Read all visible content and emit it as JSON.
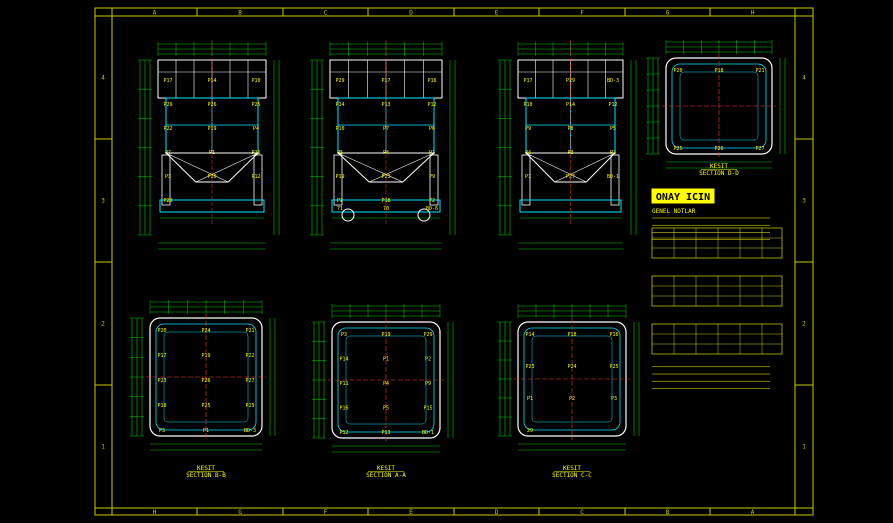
{
  "colors": {
    "background": "#000000",
    "frame": "#c8c800",
    "geometry": "#00e5ff",
    "dimension": "#00c800",
    "label": "#ffff00",
    "detail": "#ff3030",
    "white": "#ffffff",
    "stamp_fill": "#ffff00",
    "stamp_text": "#000000"
  },
  "border": {
    "top_letters": [
      "A",
      "B",
      "C",
      "D",
      "E",
      "F",
      "G",
      "H"
    ],
    "bottom_letters": [
      "H",
      "G",
      "F",
      "E",
      "D",
      "C",
      "B",
      "A"
    ],
    "left_numbers": [
      "4",
      "3",
      "2",
      "1"
    ],
    "right_numbers": [
      "4",
      "3",
      "2",
      "1"
    ]
  },
  "views": {
    "front": {
      "labels": [
        "P17",
        "P14",
        "P10",
        "P29",
        "P26",
        "P25",
        "P22",
        "P19",
        "P4",
        "P7",
        "P1",
        "P21",
        "P3",
        "P20",
        "P12",
        "P28"
      ]
    },
    "side": {
      "labels": [
        "P29",
        "P17",
        "P16",
        "P14",
        "P13",
        "P12",
        "P10",
        "P7",
        "P6",
        "P5",
        "P4",
        "P1",
        "P19",
        "P23",
        "P9",
        "P2",
        "P18",
        "72",
        "71",
        "70",
        "BD-6"
      ]
    },
    "rear": {
      "labels": [
        "P17",
        "P29",
        "BD-3",
        "P10",
        "P14",
        "P12",
        "P9",
        "P8",
        "P5",
        "P4",
        "P3",
        "P2",
        "P1",
        "P27",
        "BD-1"
      ]
    }
  },
  "sections": {
    "d": {
      "title": "KESIT",
      "subtitle": "SECTION D-D",
      "labels": [
        "P20",
        "P18",
        "P21",
        "P25",
        "P26",
        "P27"
      ]
    },
    "b": {
      "title": "KESIT",
      "subtitle": "SECTION B-B",
      "labels": [
        "P20",
        "P24",
        "P21",
        "P17",
        "P19",
        "P22",
        "P23",
        "P26",
        "P27",
        "P18",
        "P25",
        "P29",
        "P3",
        "P1",
        "BD-3"
      ]
    },
    "a": {
      "title": "KESIT",
      "subtitle": "SECTION A-A",
      "labels": [
        "P3",
        "P19",
        "P29",
        "P14",
        "P1",
        "P2",
        "P11",
        "P4",
        "P9",
        "P16",
        "P5",
        "P15",
        "P12",
        "P13",
        "BD-1"
      ]
    },
    "c": {
      "title": "KESIT",
      "subtitle": "SECTION C-C",
      "labels": [
        "P14",
        "P18",
        "P16",
        "P23",
        "P24",
        "P25",
        "P1",
        "P2",
        "P3",
        "29"
      ]
    }
  },
  "stamp": {
    "text": "ONAY ICIN"
  },
  "notes": {
    "heading": "GENEL NOTLAR"
  }
}
